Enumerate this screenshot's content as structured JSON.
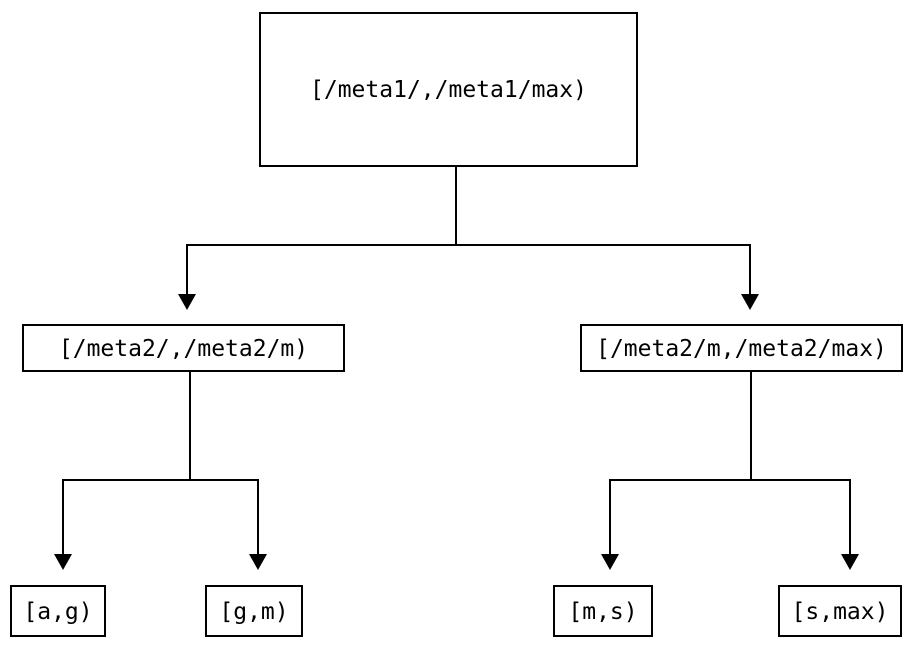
{
  "diagram": {
    "type": "tree",
    "title": "",
    "orientation": "top-down",
    "colors": {
      "background": "#ffffff",
      "stroke": "#000000",
      "text": "#000000",
      "node_fill": "#ffffff"
    },
    "nodes": {
      "root": {
        "id": "root",
        "label": "[/meta1/,/meta1/max)",
        "level": 0
      },
      "mid_left": {
        "id": "mid_left",
        "label": "[/meta2/,/meta2/m)",
        "level": 1
      },
      "mid_right": {
        "id": "mid_right",
        "label": "[/meta2/m,/meta2/max)",
        "level": 1
      },
      "leaf_1": {
        "id": "leaf_1",
        "label": "[a,g)",
        "level": 2
      },
      "leaf_2": {
        "id": "leaf_2",
        "label": "[g,m)",
        "level": 2
      },
      "leaf_3": {
        "id": "leaf_3",
        "label": "[m,s)",
        "level": 2
      },
      "leaf_4": {
        "id": "leaf_4",
        "label": "[s,max)",
        "level": 2
      }
    },
    "edges": [
      {
        "from": "root",
        "to": "mid_left",
        "arrow": "down-triangle"
      },
      {
        "from": "root",
        "to": "mid_right",
        "arrow": "down-triangle"
      },
      {
        "from": "mid_left",
        "to": "leaf_1",
        "arrow": "down-triangle"
      },
      {
        "from": "mid_left",
        "to": "leaf_2",
        "arrow": "down-triangle"
      },
      {
        "from": "mid_right",
        "to": "leaf_3",
        "arrow": "down-triangle"
      },
      {
        "from": "mid_right",
        "to": "leaf_4",
        "arrow": "down-triangle"
      }
    ]
  }
}
